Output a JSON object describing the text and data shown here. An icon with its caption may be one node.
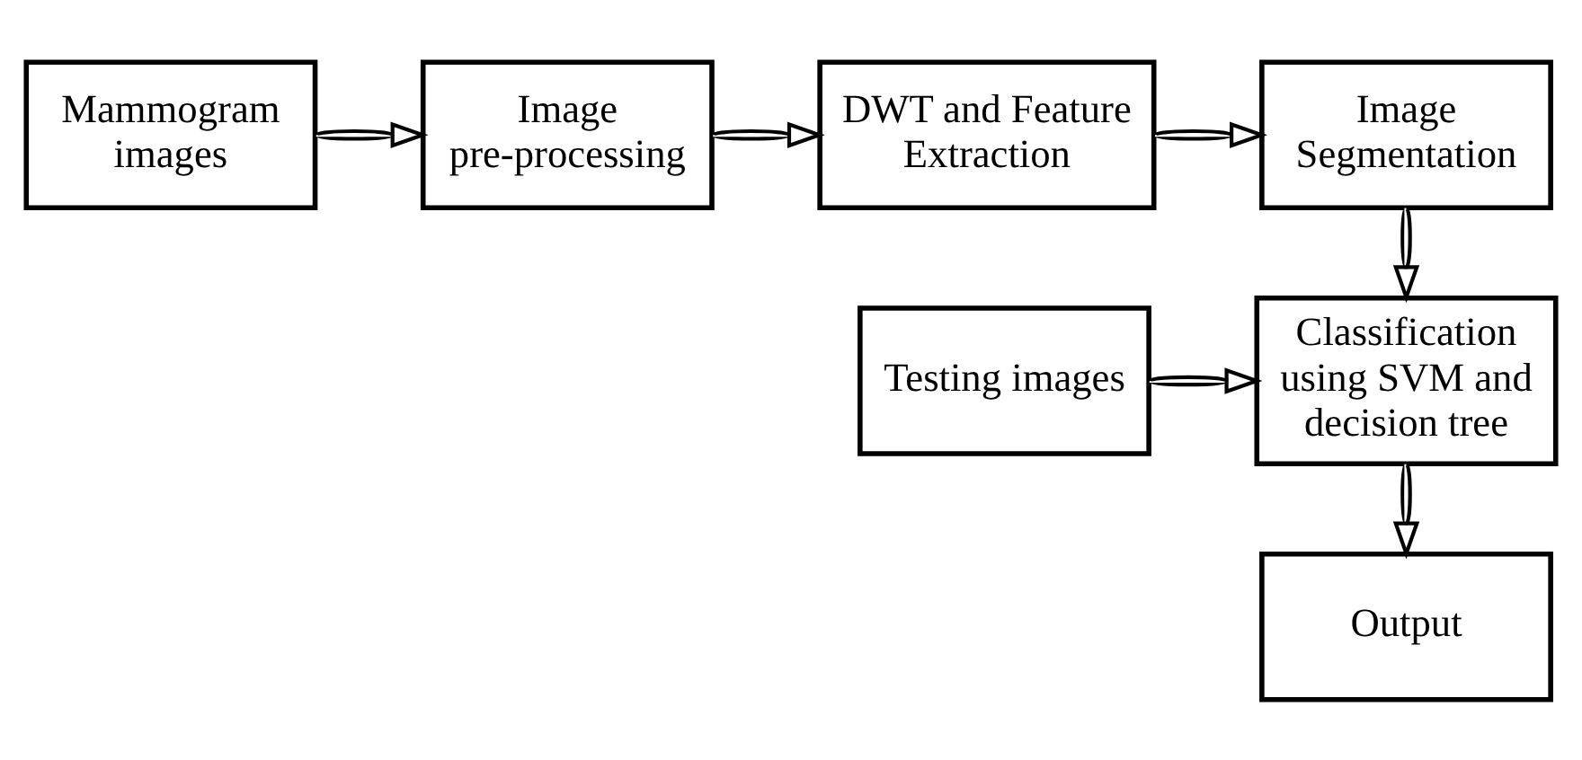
{
  "diagram": {
    "nodes": [
      {
        "text": [
          "Mammogram images"
        ]
      },
      {
        "text": [
          "Image pre-processing"
        ]
      },
      {
        "text": [
          "DWT and Feature Extraction"
        ]
      },
      {
        "text": [
          "Image Segmentation"
        ]
      },
      {
        "text": [
          "Testing images"
        ]
      },
      {
        "text": [
          "Classification using SVM and decision tree"
        ]
      },
      {
        "text": [
          "Output"
        ]
      }
    ],
    "edges": [
      {
        "from": 0,
        "to": 1,
        "arrow": "to"
      },
      {
        "from": 1,
        "to": 2,
        "arrow": "to"
      },
      {
        "from": 2,
        "to": 3,
        "arrow": "to"
      },
      {
        "from": 3,
        "to": 5,
        "arrow": "to"
      },
      {
        "from": 4,
        "to": 5,
        "arrow": "to"
      },
      {
        "from": 5,
        "to": 6,
        "arrow": "to"
      }
    ]
  }
}
